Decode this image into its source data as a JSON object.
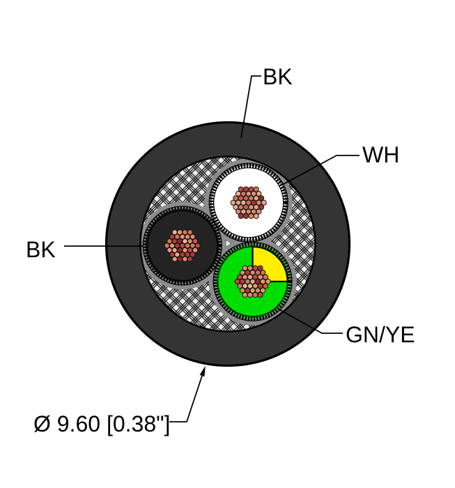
{
  "diagram": {
    "type": "cable-cross-section",
    "labels": {
      "jacket": "BK",
      "white_conductor": "WH",
      "black_conductor": "BK",
      "green_yellow_conductor": "GN/YE",
      "outer_diameter": "Ø 9.60 [0.38\"]"
    },
    "colors": {
      "jacket": "#343434",
      "outline": "#000000",
      "core_background": "#ededed",
      "filler_gray": "#8c8c8c",
      "braid_line": "#1a1a1a",
      "conductor_white": "#ffffff",
      "conductor_black": "#232323",
      "conductor_green": "#00dd00",
      "stripe_yellow": "#ffee00"
    },
    "strand_palette": [
      "#eaa58c",
      "#dd8a74",
      "#cc5f52",
      "#b23c38",
      "#96282c",
      "#e39b6e",
      "#d4785c",
      "#c14a42",
      "#efb39a",
      "#d98c60",
      "#a83434",
      "#e2937f",
      "#c97b52"
    ]
  }
}
